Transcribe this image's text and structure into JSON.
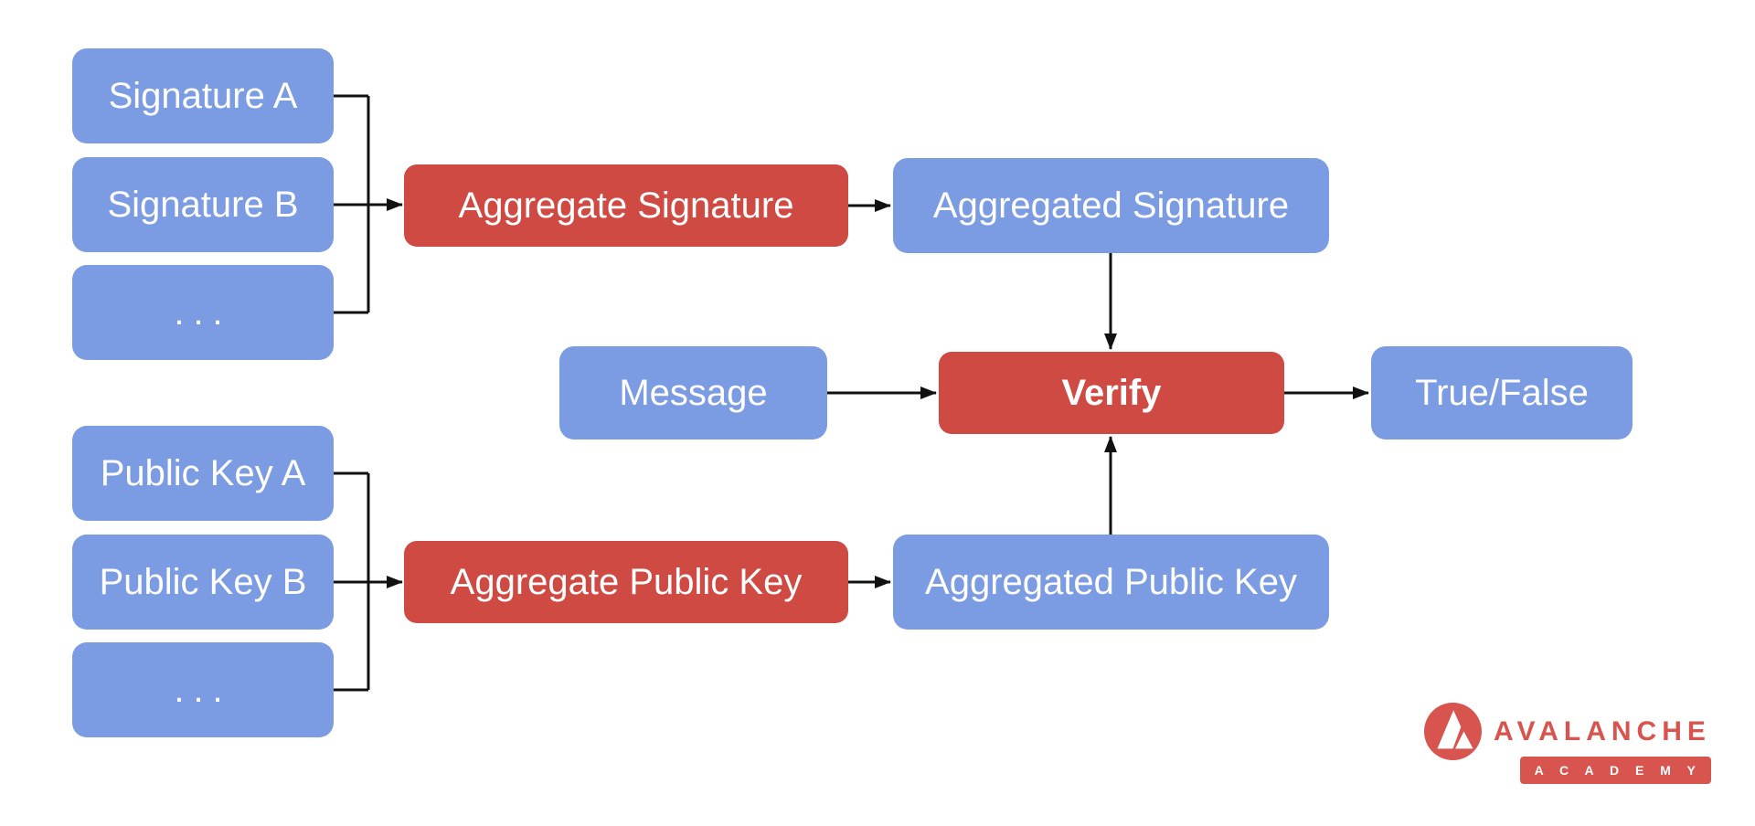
{
  "diagram": {
    "title_hint": "BLS signature aggregation and verification flow",
    "nodes": {
      "sig_a": {
        "label": "Signature A",
        "kind": "input"
      },
      "sig_b": {
        "label": "Signature B",
        "kind": "input"
      },
      "sig_more": {
        "label": "...",
        "kind": "input"
      },
      "agg_sig_op": {
        "label": "Aggregate Signature",
        "kind": "operation"
      },
      "agg_sig": {
        "label": "Aggregated Signature",
        "kind": "value"
      },
      "message": {
        "label": "Message",
        "kind": "input"
      },
      "verify": {
        "label": "Verify",
        "kind": "operation"
      },
      "true_false": {
        "label": "True/False",
        "kind": "output"
      },
      "pk_a": {
        "label": "Public Key A",
        "kind": "input"
      },
      "pk_b": {
        "label": "Public Key B",
        "kind": "input"
      },
      "pk_more": {
        "label": "...",
        "kind": "input"
      },
      "agg_pk_op": {
        "label": "Aggregate Public Key",
        "kind": "operation"
      },
      "agg_pk": {
        "label": "Aggregated Public Key",
        "kind": "value"
      }
    },
    "edges": [
      "Signature A/B/... -> Aggregate Signature",
      "Aggregate Signature -> Aggregated Signature",
      "Aggregated Signature -> Verify",
      "Message -> Verify",
      "Public Key A/B/... -> Aggregate Public Key",
      "Aggregate Public Key -> Aggregated Public Key",
      "Aggregated Public Key -> Verify",
      "Verify -> True/False"
    ]
  },
  "logo": {
    "brand": "AVALANCHE",
    "badge": "A C A D E M Y"
  },
  "colors": {
    "background": "#ffffff",
    "blue": "#7b9be2",
    "red": "#cf4a43",
    "arrow": "#111111",
    "logo_red": "#d8544e",
    "node_text": "#ffffff"
  }
}
